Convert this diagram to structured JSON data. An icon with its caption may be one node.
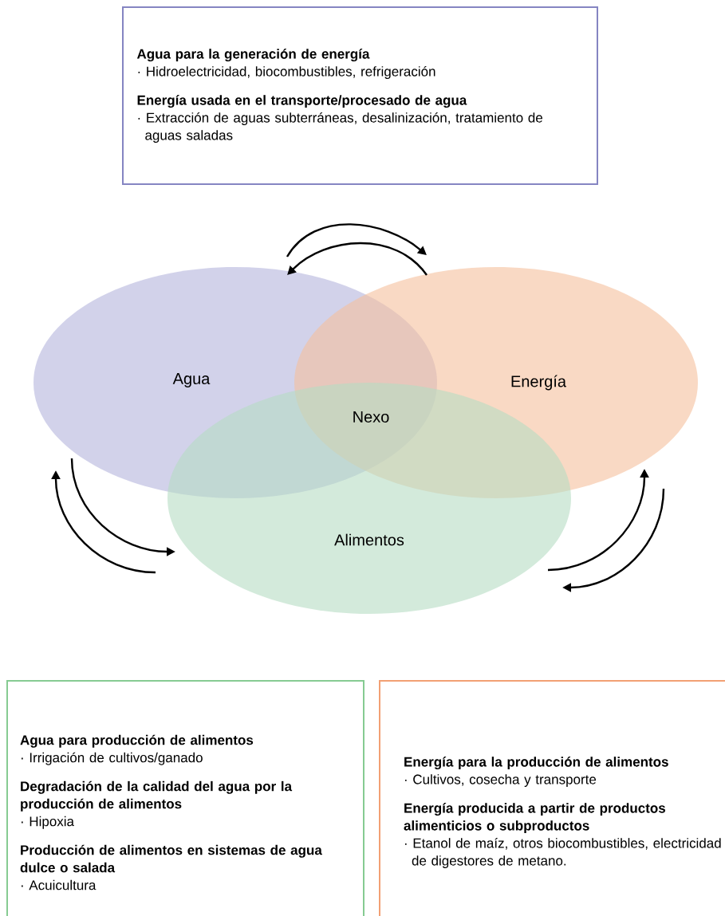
{
  "diagram": {
    "nodes": [
      {
        "text": [
          "Agua para la generación de energía",
          "· Hidroelectricidad, biocombustibles, refrigeración",
          "Energía usada en el transporte/procesado de agua",
          "· Extracción de aguas subterráneas, desalinización, tratamiento de aguas saladas"
        ]
      },
      {
        "text": [
          "Agua"
        ]
      },
      {
        "text": [
          "Energía"
        ]
      },
      {
        "text": [
          "Alimentos"
        ]
      },
      {
        "text": [
          "Agua para producción de alimentos",
          "· Irrigación de cultivos/ganado",
          "Degradación de la calidad del agua por la producción de alimentos",
          "· Hipoxia",
          "Producción de alimentos en sistemas de agua dulce o salada",
          "· Acuicultura"
        ]
      },
      {
        "text": [
          "Energía para la producción de alimentos",
          "· Cultivos, cosecha y transporte",
          "Energía producida a partir de productos alimenticios o subproductos",
          "· Etanol de maíz, otros biocombustibles, electricidad de digestores de metano."
        ]
      }
    ],
    "edges": [
      {
        "from": 1,
        "to": 2,
        "arrow": "to"
      },
      {
        "from": 2,
        "to": 1,
        "arrow": "to"
      },
      {
        "from": 1,
        "to": 3,
        "arrow": "to"
      },
      {
        "from": 3,
        "to": 1,
        "arrow": "to"
      },
      {
        "from": 3,
        "to": 2,
        "arrow": "to"
      },
      {
        "from": 2,
        "to": 3,
        "arrow": "to"
      }
    ],
    "labels": [
      "Nexo"
    ]
  }
}
